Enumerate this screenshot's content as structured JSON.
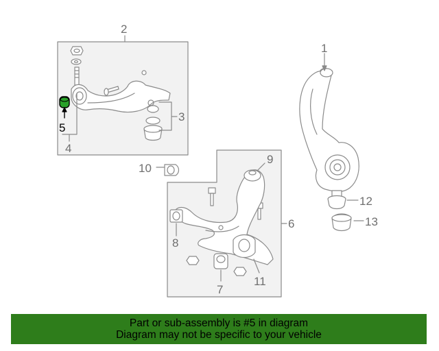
{
  "callouts": {
    "c1": "1",
    "c2": "2",
    "c3": "3",
    "c4": "4",
    "c5": "5",
    "c6": "6",
    "c7": "7",
    "c8": "8",
    "c9": "9",
    "c10": "10",
    "c11": "11",
    "c12": "12",
    "c13": "13"
  },
  "highlight_callout": "5",
  "banner": {
    "line1": "Part or sub-assembly is #5 in diagram",
    "line2": "Diagram may not be specific to your vehicle"
  },
  "colors": {
    "line": "#8a8a8a",
    "panel_fill": "#f2f2f2",
    "highlight_part": "#2aa12a",
    "banner_bg": "#2e7d1b"
  }
}
